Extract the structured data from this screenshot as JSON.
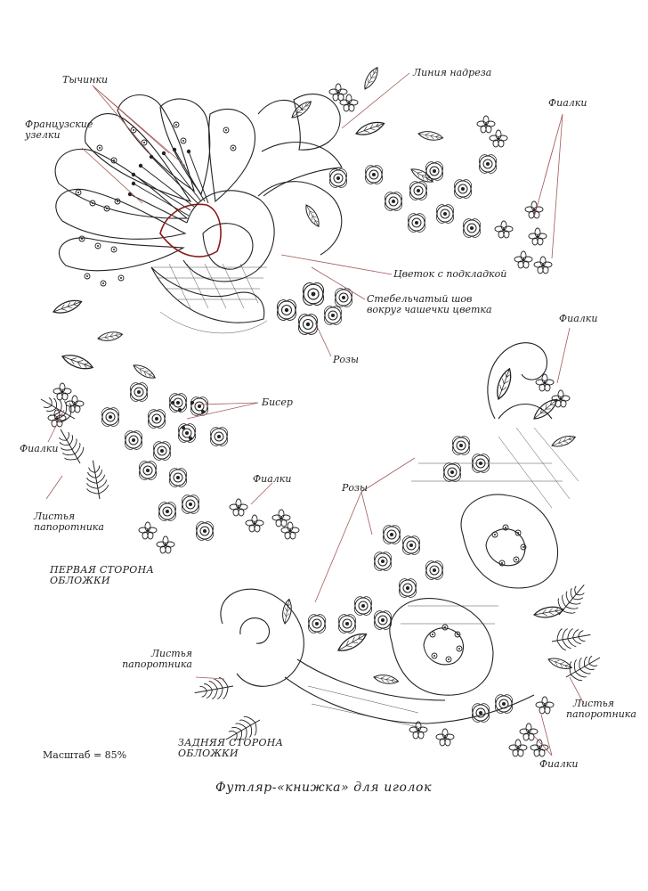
{
  "labels": {
    "stamens": "Тычинки",
    "french_knots": "Французские узелки",
    "cut_line": "Линия надреза",
    "violets_top_right": "Фиалки",
    "flower_padded": "Цветок с подкладкой",
    "stem_stitch": "Стебельчатый шов вокруг чашечки цветка",
    "roses_top": "Розы",
    "beads": "Бисер",
    "violets_mid_right": "Фиалки",
    "violets_left": "Фиалки",
    "violets_center": "Фиалки",
    "fern_left": "Листья папоротника",
    "roses_bottom": "Розы",
    "first_side": "ПЕРВАЯ СТОРОНА ОБЛОЖКИ",
    "fern_bottom_left": "Листья папоротника",
    "fern_bottom_right": "Листья папоротника",
    "back_side": "ЗАДНЯЯ СТОРОНА ОБЛОЖКИ",
    "violets_bottom_right": "Фиалки",
    "scale": "Масштаб = 85%",
    "caption": "Футляр-«книжка» для иголок"
  },
  "colors": {
    "ink": "#222222",
    "leader": "#a15a5a",
    "outline_red": "#8b1a1a"
  }
}
